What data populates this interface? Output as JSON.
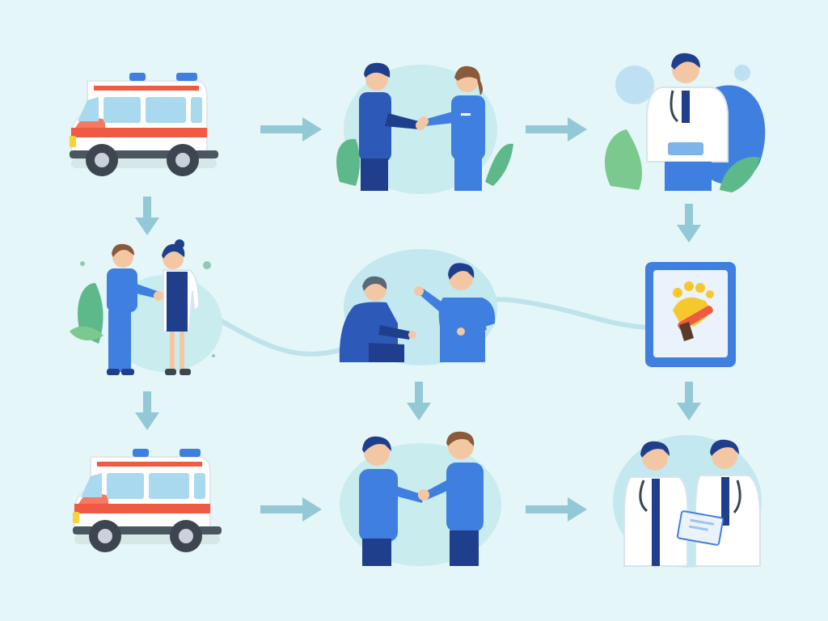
{
  "diagram": {
    "nodes": [
      {
        "id": "ambulance-arrival",
        "icon": "ambulance-icon"
      },
      {
        "id": "paramedic-nurse-handover",
        "icon": "handover-icon"
      },
      {
        "id": "doctor-assessment",
        "icon": "doctor-clipboard-icon"
      },
      {
        "id": "paramedic-nurse-briefing",
        "icon": "handshake-icon"
      },
      {
        "id": "patient-nurse-consult",
        "icon": "patient-care-icon"
      },
      {
        "id": "treatment-card",
        "icon": "hand-bandage-icon"
      },
      {
        "id": "ambulance-departure",
        "icon": "ambulance-icon"
      },
      {
        "id": "staff-handshake",
        "icon": "handshake-icon"
      },
      {
        "id": "doctors-review",
        "icon": "doctors-clipboard-icon"
      }
    ],
    "edges": [
      {
        "from": "ambulance-arrival",
        "to": "paramedic-nurse-handover"
      },
      {
        "from": "paramedic-nurse-handover",
        "to": "doctor-assessment"
      },
      {
        "from": "ambulance-arrival",
        "to": "paramedic-nurse-briefing"
      },
      {
        "from": "doctor-assessment",
        "to": "treatment-card"
      },
      {
        "from": "paramedic-nurse-briefing",
        "to": "ambulance-departure"
      },
      {
        "from": "patient-nurse-consult",
        "to": "staff-handshake"
      },
      {
        "from": "treatment-card",
        "to": "doctors-review"
      },
      {
        "from": "ambulance-departure",
        "to": "staff-handshake"
      },
      {
        "from": "staff-handshake",
        "to": "doctors-review"
      }
    ],
    "colors": {
      "background": "#e4f6f7",
      "arrow": "#93c8d6",
      "primary_blue": "#3f7fe0",
      "navy": "#1f3f8c",
      "ambulance_red": "#ef5a45",
      "leaf_green": "#5db88a",
      "skin": "#f4c7a4"
    }
  }
}
